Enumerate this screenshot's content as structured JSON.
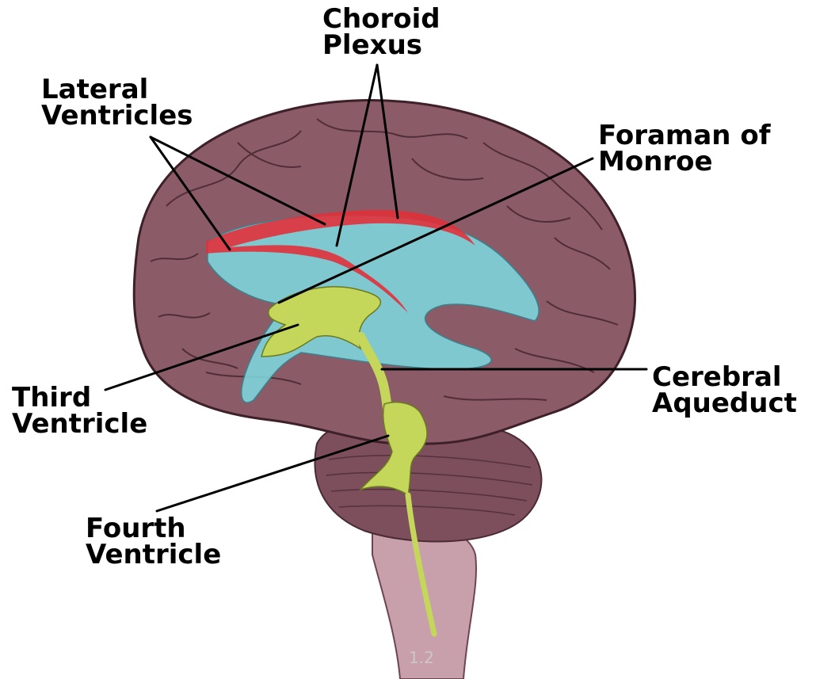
{
  "labels": {
    "lateral_ventricles": [
      "Lateral",
      "Ventricles"
    ],
    "choroid_plexus": [
      "Choroid",
      "Plexus"
    ],
    "foramen_of_monroe": [
      "Foraman of",
      "Monroe"
    ],
    "third_ventricle": [
      "Third",
      "Ventricle"
    ],
    "cerebral_aqueduct": [
      "Cerebral",
      "Aqueduct"
    ],
    "fourth_ventricle": [
      "Fourth",
      "Ventricle"
    ]
  },
  "figure_number": "1.2",
  "colors": {
    "cerebrum": "#8c5b68",
    "cerebrum_light": "#c9a3ad",
    "gyrus_line": "#4a2a34",
    "cerebellum": "#7d4f5c",
    "brainstem": "#c49aa5",
    "ventricle_blue": "#7fdbe3",
    "choroid_red": "#e0303a",
    "ventricle_green": "#c5d75a",
    "leader_line": "#000000"
  }
}
